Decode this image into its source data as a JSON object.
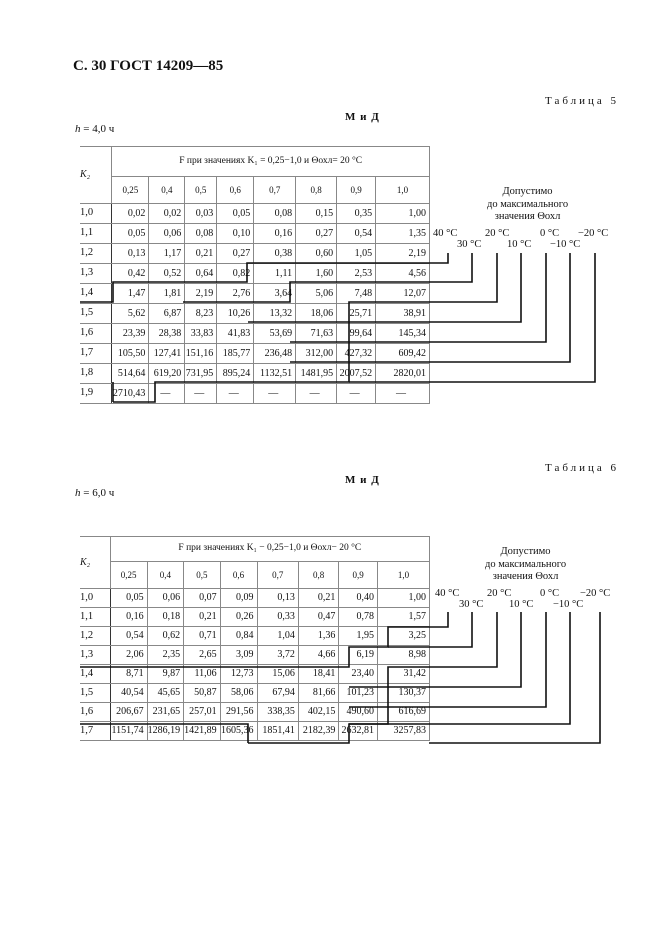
{
  "page_header": "С. 30 ГОСТ 14209—85",
  "tables": [
    {
      "label": "Таблица 5",
      "subtitle": "М и Д",
      "h_label": "h",
      "h_value": "= 4,0 ч",
      "k2_label": "K₂",
      "f_caption": "F при значениях K₁ = 0,25−1,0 и Θохл= 20 °С",
      "column_headers": [
        "0,25",
        "0,4",
        "0,5",
        "0,6",
        "0,7",
        "0,8",
        "0,9",
        "1,0"
      ],
      "rows": [
        {
          "k2": "1,0",
          "values": [
            "0,02",
            "0,02",
            "0,03",
            "0,05",
            "0,08",
            "0,15",
            "0,35",
            "1,00"
          ]
        },
        {
          "k2": "1,1",
          "values": [
            "0,05",
            "0,06",
            "0,08",
            "0,10",
            "0,16",
            "0,27",
            "0,54",
            "1,35"
          ]
        },
        {
          "k2": "1,2",
          "values": [
            "0,13",
            "1,17",
            "0,21",
            "0,27",
            "0,38",
            "0,60",
            "1,05",
            "2,19"
          ]
        },
        {
          "k2": "1,3",
          "values": [
            "0,42",
            "0,52",
            "0,64",
            "0,82",
            "1,11",
            "1,60",
            "2,53",
            "4,56"
          ]
        },
        {
          "k2": "1,4",
          "values": [
            "1,47",
            "1,81",
            "2,19",
            "2,76",
            "3,64",
            "5,06",
            "7,48",
            "12,07"
          ]
        },
        {
          "k2": "1,5",
          "values": [
            "5,62",
            "6,87",
            "8,23",
            "10,26",
            "13,32",
            "18,06",
            "25,71",
            "38,91"
          ]
        },
        {
          "k2": "1,6",
          "values": [
            "23,39",
            "28,38",
            "33,83",
            "41,83",
            "53,69",
            "71,63",
            "99,64",
            "145,34"
          ]
        },
        {
          "k2": "1,7",
          "values": [
            "105,50",
            "127,41",
            "151,16",
            "185,77",
            "236,48",
            "312,00",
            "427,32",
            "609,42"
          ]
        },
        {
          "k2": "1,8",
          "values": [
            "514,64",
            "619,20",
            "731,95",
            "895,24",
            "1132,51",
            "1481,95",
            "2007,52",
            "2820,01"
          ]
        },
        {
          "k2": "1,9",
          "values": [
            "2710,43",
            "—",
            "—",
            "—",
            "—",
            "—",
            "—",
            "—"
          ]
        }
      ],
      "side_note": [
        "Допустимо",
        "до максимального",
        "значения Θохл"
      ],
      "temps_upper": [
        "40 °С",
        "20 °С",
        "0 °С",
        "−20 °С"
      ],
      "temps_lower": [
        "30 °С",
        "10 °С",
        "−10 °С"
      ]
    },
    {
      "label": "Таблица 6",
      "subtitle": "М и Д",
      "h_label": "h",
      "h_value": "= 6,0 ч",
      "k2_label": "K₂",
      "f_caption": "F при значениях K₁ − 0,25−1,0 и Θохл− 20 °С",
      "column_headers": [
        "0,25",
        "0,4",
        "0,5",
        "0,6",
        "0,7",
        "0,8",
        "0,9",
        "1,0"
      ],
      "rows": [
        {
          "k2": "1,0",
          "values": [
            "0,05",
            "0,06",
            "0,07",
            "0,09",
            "0,13",
            "0,21",
            "0,40",
            "1,00"
          ]
        },
        {
          "k2": "1,1",
          "values": [
            "0,16",
            "0,18",
            "0,21",
            "0,26",
            "0,33",
            "0,47",
            "0,78",
            "1,57"
          ]
        },
        {
          "k2": "1,2",
          "values": [
            "0,54",
            "0,62",
            "0,71",
            "0,84",
            "1,04",
            "1,36",
            "1,95",
            "3,25"
          ]
        },
        {
          "k2": "1,3",
          "values": [
            "2,06",
            "2,35",
            "2,65",
            "3,09",
            "3,72",
            "4,66",
            "6,19",
            "8,98"
          ]
        },
        {
          "k2": "1,4",
          "values": [
            "8,71",
            "9,87",
            "11,06",
            "12,73",
            "15,06",
            "18,41",
            "23,40",
            "31,42"
          ]
        },
        {
          "k2": "1,5",
          "values": [
            "40,54",
            "45,65",
            "50,87",
            "58,06",
            "67,94",
            "81,66",
            "101,23",
            "130,37"
          ]
        },
        {
          "k2": "1,6",
          "values": [
            "206,67",
            "231,65",
            "257,01",
            "291,56",
            "338,35",
            "402,15",
            "490,60",
            "616,69"
          ]
        },
        {
          "k2": "1,7",
          "values": [
            "1151,74",
            "1286,19",
            "1421,89",
            "1605,36",
            "1851,41",
            "2182,39",
            "2632,81",
            "3257,83"
          ]
        }
      ],
      "side_note": [
        "Допустимо",
        "до максимального",
        "значения Θохл"
      ],
      "temps_upper": [
        "40 °С",
        "20 °С",
        "0 °С",
        "−20 °С"
      ],
      "temps_lower": [
        "30 °С",
        "10 °С",
        "−10 °С"
      ]
    }
  ]
}
